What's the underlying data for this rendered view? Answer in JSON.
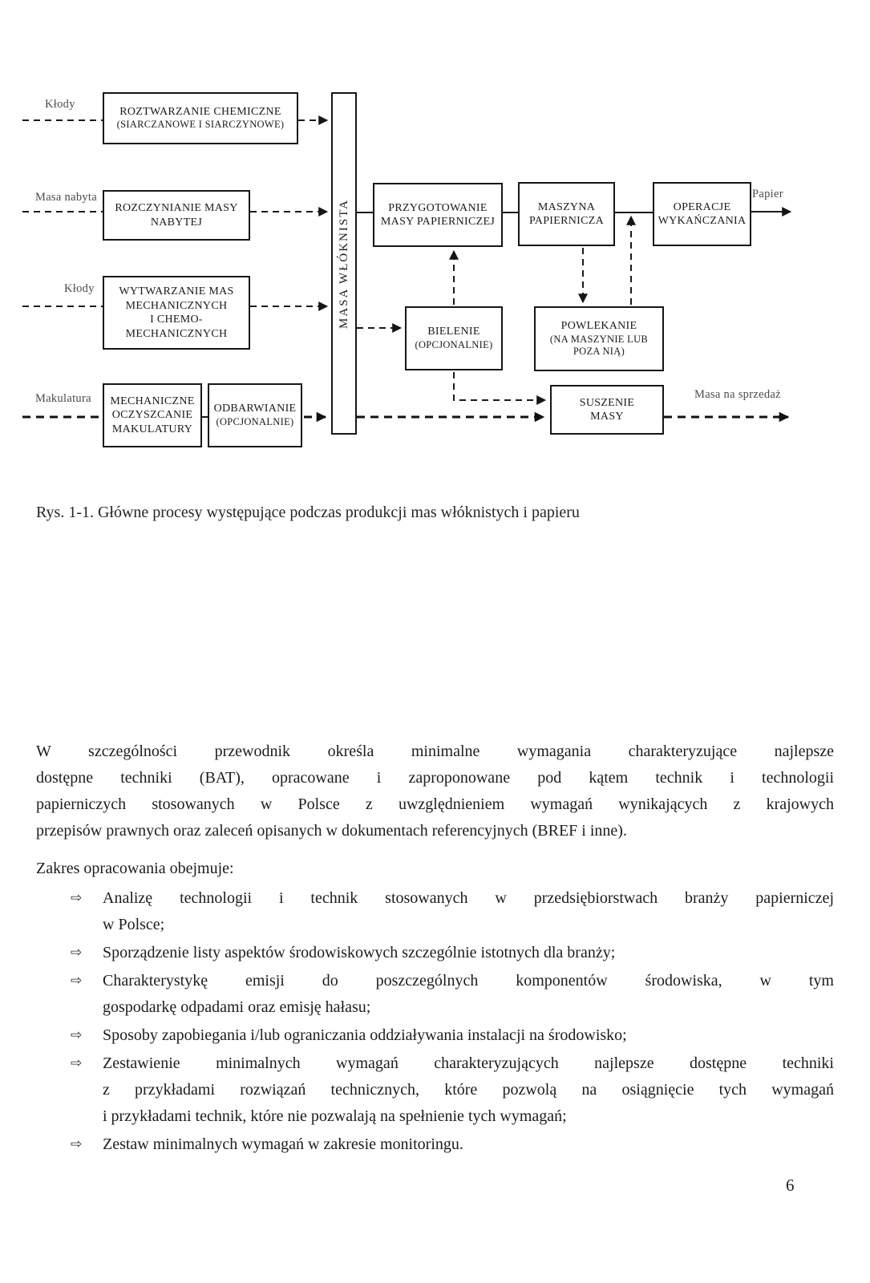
{
  "page": {
    "number": "6"
  },
  "diagram": {
    "caption": "Rys. 1-1. Główne procesy występujące podczas produkcji mas włóknistych i papieru",
    "input_labels": {
      "klody_1": "Kłody",
      "masa_nabyta": "Masa nabyta",
      "klody_2": "Kłody",
      "makulatura": "Makulatura"
    },
    "output_labels": {
      "papier": "Papier",
      "masa_na_sprzedaz": "Masa na sprzedaż"
    },
    "boxes": {
      "roztwarzanie": {
        "label": "ROZTWARZANIE CHEMICZNE",
        "sub": "(SIARCZANOWE I SIARCZYNOWE)"
      },
      "rozczynianie": {
        "label": "ROZCZYNIANIE MASY\nNABYTEJ"
      },
      "wytwarzanie": {
        "label": "WYTWARZANIE MAS\nMECHANICZNYCH\nI CHEMO-\nMECHANICZNYCH"
      },
      "mechaniczne_oczyszczanie": {
        "label": "MECHANICZNE\nOCZYSZCANIE\nMAKULATURY"
      },
      "odbarwianie": {
        "label": "ODBARWIANIE",
        "sub": "(OPCJONALNIE)"
      },
      "masa_wloknista": {
        "label": "MASA WŁÓKNISTA"
      },
      "przygotowanie": {
        "label": "PRZYGOTOWANIE\nMASY PAPIERNICZEJ"
      },
      "maszyna": {
        "label": "MASZYNA\nPAPIERNICZA"
      },
      "operacje": {
        "label": "OPERACJE\nWYKAŃCZANIA"
      },
      "bielenie": {
        "label": "BIELENIE",
        "sub": "(OPCJONALNIE)"
      },
      "powlekanie": {
        "label": "POWLEKANIE",
        "sub": "(NA MASZYNIE LUB\nPOZA NIĄ)"
      },
      "suszenie": {
        "label": "SUSZENIE\nMASY"
      }
    }
  },
  "body": {
    "paragraph_lines": [
      "W szczególności przewodnik określa minimalne wymagania charakteryzujące najlepsze",
      "dostępne techniki (BAT), opracowane i zaproponowane pod kątem technik i technologii",
      "papierniczych stosowanych w Polsce z uwzględnieniem wymagań wynikających z krajowych",
      "przepisów prawnych oraz zaleceń opisanych w dokumentach referencyjnych (BREF i inne)."
    ],
    "list_intro": "Zakres opracowania obejmuje:",
    "bullet": "⇨",
    "items": [
      {
        "lines": [
          "Analizę technologii i technik stosowanych w przedsiębiorstwach branży papierniczej",
          "w Polsce;"
        ]
      },
      {
        "lines": [
          "Sporządzenie listy aspektów środowiskowych szczególnie istotnych dla branży;"
        ]
      },
      {
        "lines": [
          "Charakterystykę emisji do poszczególnych komponentów środowiska, w tym",
          "gospodarkę odpadami oraz emisję hałasu;"
        ]
      },
      {
        "lines": [
          "Sposoby zapobiegania i/lub ograniczania oddziaływania instalacji na środowisko;"
        ]
      },
      {
        "lines": [
          "Zestawienie minimalnych wymagań charakteryzujących najlepsze dostępne techniki",
          "z przykładami rozwiązań technicznych, które pozwolą na osiągnięcie tych wymagań",
          "i przykładami technik, które nie pozwalają na spełnienie tych wymagań;"
        ]
      },
      {
        "lines": [
          "Zestaw minimalnych wymagań w zakresie monitoringu."
        ]
      }
    ]
  }
}
